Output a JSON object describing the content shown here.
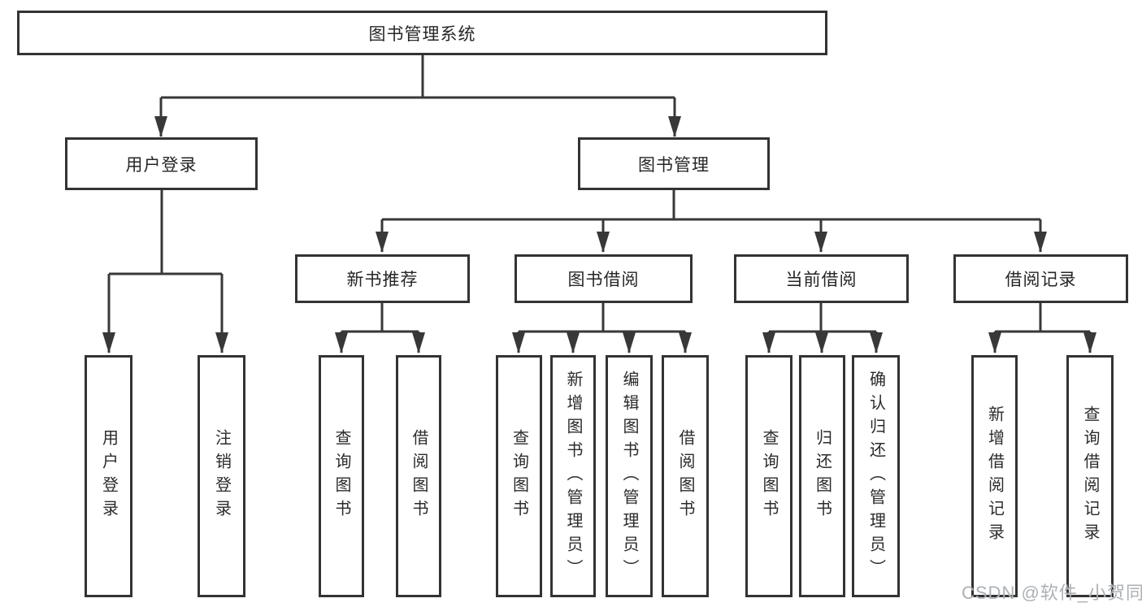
{
  "diagram": {
    "root": "图书管理系统",
    "level2": {
      "user_login": "用户登录",
      "book_management": "图书管理"
    },
    "level3": {
      "new_book_recommend": "新书推荐",
      "book_borrow": "图书借阅",
      "current_borrow": "当前借阅",
      "borrow_record": "借阅记录"
    },
    "leaves": {
      "login_login": "用户登录",
      "login_logout": "注销登录",
      "recommend_query_books": "查询图书",
      "recommend_borrow_books": "借阅图书",
      "borrow_query_books": "查询图书",
      "borrow_add_books": "新增图书（管理员）",
      "borrow_edit_books": "编辑图书（管理员）",
      "borrow_borrow_books": "借阅图书",
      "current_query_books": "查询图书",
      "current_return_books": "归还图书",
      "current_confirm_return": "确认归还（管理员）",
      "record_add_record": "新增借阅记录",
      "record_query_record": "查询借阅记录"
    }
  },
  "watermark": "CSDN @软件_小贺同学",
  "colors": {
    "line": "#383838",
    "box_border": "#333333",
    "box_background": "#ffffff",
    "text": "#262626",
    "watermark": "#9ea3a8"
  }
}
